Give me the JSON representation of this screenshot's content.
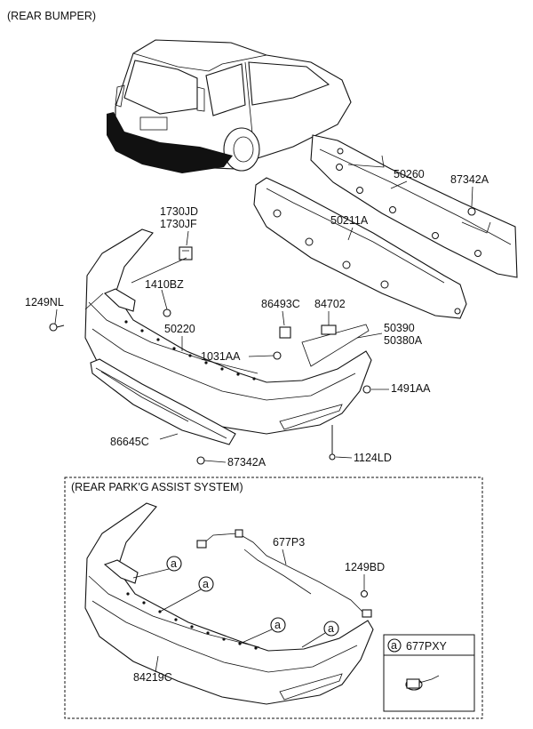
{
  "title": "(REAR BUMPER)",
  "section_title": "(REAR PARK'G ASSIST SYSTEM)",
  "labels": {
    "p50260": "50260",
    "p87342a_top": "87342A",
    "p50211a": "50211A",
    "p1730jd": "1730JD",
    "p1730jf": "1730JF",
    "p1410bz": "1410BZ",
    "p1249nl": "1249NL",
    "p50220": "50220",
    "p86493c": "86493C",
    "p84702": "84702",
    "p50390": "50390",
    "p50380a": "50380A",
    "p1031aa": "1031AA",
    "p1491aa": "1491AA",
    "p86645c": "86645C",
    "p87342a_bot": "87342A",
    "p1124ld": "1124LD",
    "p677p3": "677P3",
    "p1249bd": "1249BD",
    "p84219c": "84219C",
    "p677pxy": "677PXY"
  },
  "callout_letter": "a"
}
